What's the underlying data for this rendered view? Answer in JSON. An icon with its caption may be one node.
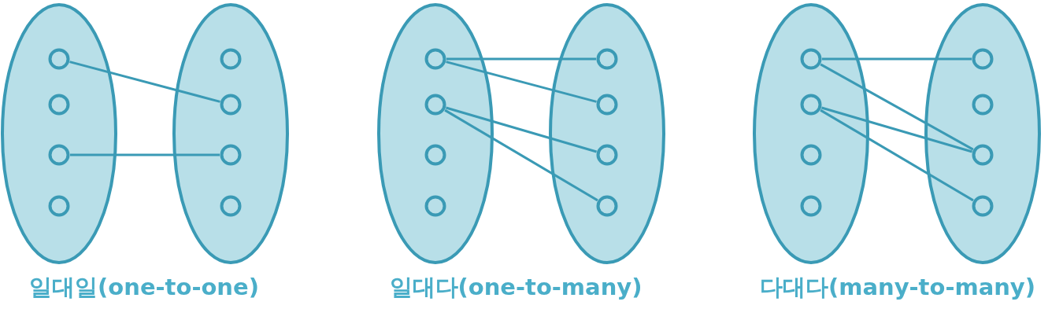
{
  "diagram": {
    "nodes": [
      {
        "text": [],
        "shape": "ellipse"
      },
      {
        "text": [],
        "shape": "circle",
        "in": 0
      },
      {
        "text": [],
        "shape": "circle",
        "in": 0
      },
      {
        "text": [],
        "shape": "circle",
        "in": 0
      },
      {
        "text": [],
        "shape": "circle",
        "in": 0
      },
      {
        "text": [],
        "shape": "ellipse"
      },
      {
        "text": [],
        "shape": "circle",
        "in": 5
      },
      {
        "text": [],
        "shape": "circle",
        "in": 5
      },
      {
        "text": [],
        "shape": "circle",
        "in": 5
      },
      {
        "text": [],
        "shape": "circle",
        "in": 5
      },
      {
        "text": [],
        "shape": "ellipse"
      },
      {
        "text": [],
        "shape": "circle",
        "in": 10
      },
      {
        "text": [],
        "shape": "circle",
        "in": 10
      },
      {
        "text": [],
        "shape": "circle",
        "in": 10
      },
      {
        "text": [],
        "shape": "circle",
        "in": 10
      },
      {
        "text": [],
        "shape": "ellipse"
      },
      {
        "text": [],
        "shape": "circle",
        "in": 15
      },
      {
        "text": [],
        "shape": "circle",
        "in": 15
      },
      {
        "text": [],
        "shape": "circle",
        "in": 15
      },
      {
        "text": [],
        "shape": "circle",
        "in": 15
      },
      {
        "text": [],
        "shape": "ellipse"
      },
      {
        "text": [],
        "shape": "circle",
        "in": 20
      },
      {
        "text": [],
        "shape": "circle",
        "in": 20
      },
      {
        "text": [],
        "shape": "circle",
        "in": 20
      },
      {
        "text": [],
        "shape": "circle",
        "in": 20
      },
      {
        "text": [],
        "shape": "ellipse"
      },
      {
        "text": [],
        "shape": "circle",
        "in": 25
      },
      {
        "text": [],
        "shape": "circle",
        "in": 25
      },
      {
        "text": [],
        "shape": "circle",
        "in": 25
      },
      {
        "text": [],
        "shape": "circle",
        "in": 25
      }
    ],
    "edges": [
      {
        "from": 1,
        "to": 7,
        "arrow": "none"
      },
      {
        "from": 3,
        "to": 8,
        "arrow": "none"
      },
      {
        "from": 11,
        "to": 16,
        "arrow": "none"
      },
      {
        "from": 11,
        "to": 17,
        "arrow": "none"
      },
      {
        "from": 12,
        "to": 18,
        "arrow": "none"
      },
      {
        "from": 12,
        "to": 19,
        "arrow": "none"
      },
      {
        "from": 21,
        "to": 26,
        "arrow": "none"
      },
      {
        "from": 21,
        "to": 28,
        "arrow": "none"
      },
      {
        "from": 22,
        "to": 28,
        "arrow": "none"
      },
      {
        "from": 22,
        "to": 29,
        "arrow": "none"
      }
    ],
    "labels": [
      "일대일(one-to-one)",
      "일대다(one-to-many)",
      "다대다(many-to-many)"
    ]
  }
}
